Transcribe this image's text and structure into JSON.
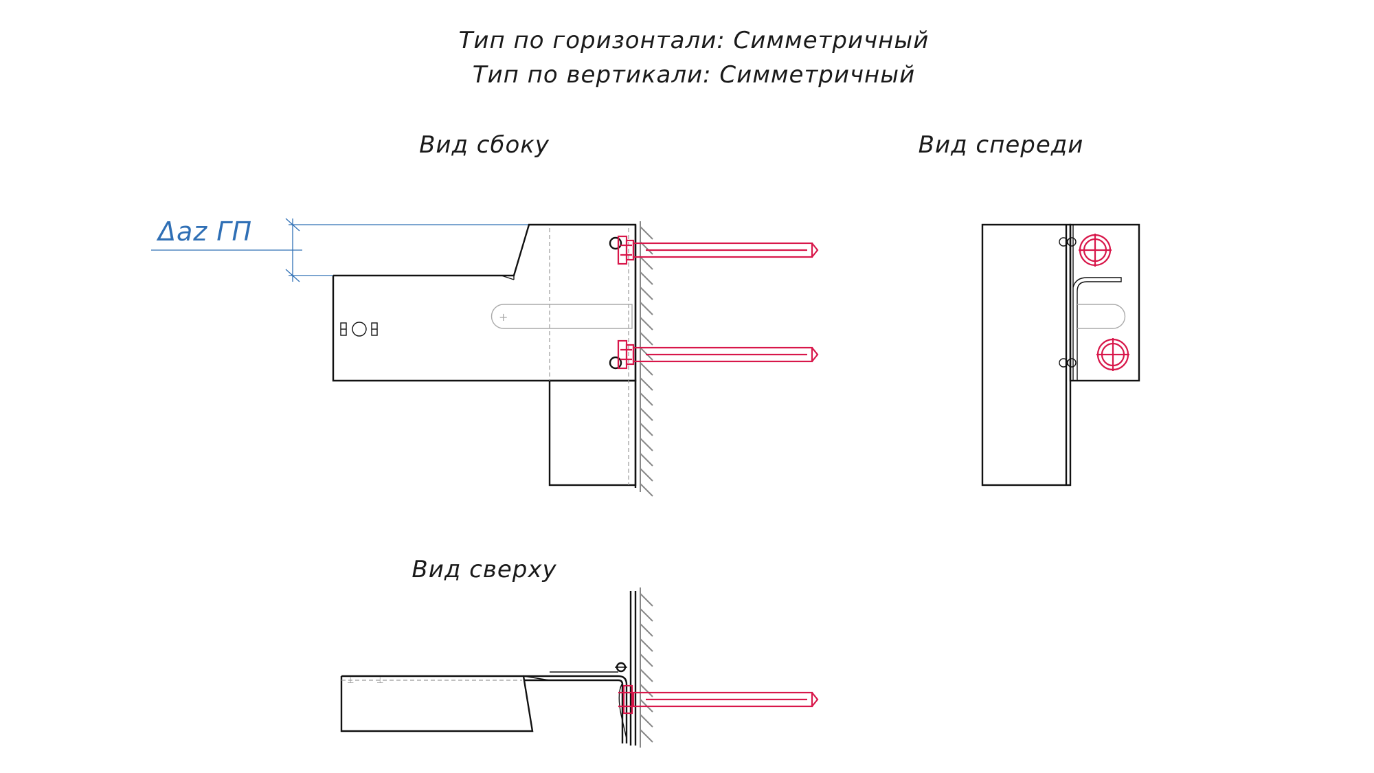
{
  "header": {
    "line1": "Тип по горизонтали: Симметричный",
    "line2": "Тип по вертикали: Симметричный"
  },
  "views": {
    "side_label": "Вид сбоку",
    "front_label": "Вид спереди",
    "top_label": "Вид сверху"
  },
  "dimension": {
    "label": "Δaz ГП"
  },
  "colors": {
    "outline": "#111111",
    "bolt": "#d8174a",
    "dimension": "#2f6fb5",
    "wall_hatch": "#888888"
  }
}
